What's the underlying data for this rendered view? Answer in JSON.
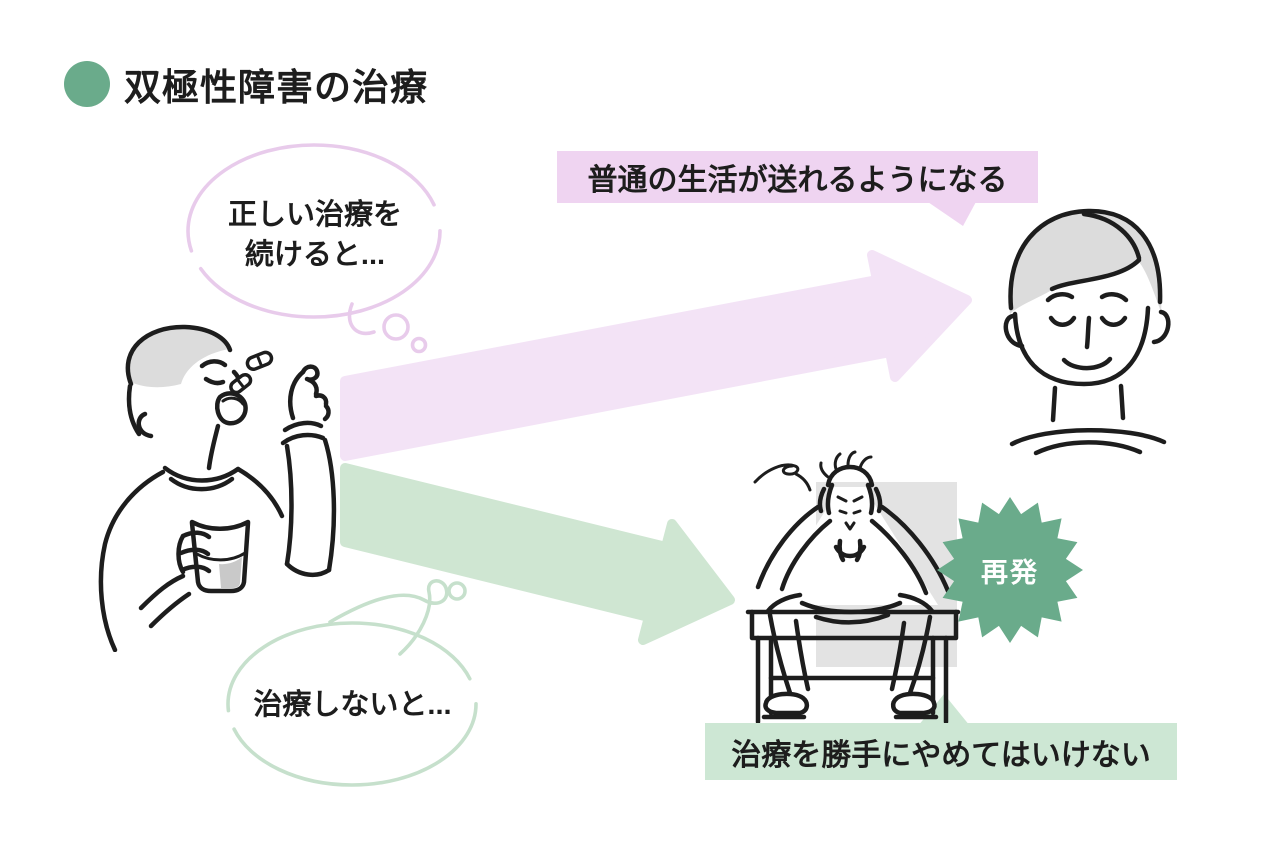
{
  "page": {
    "title": "双極性障害の治療",
    "title_bullet_icon": "green-circle-icon"
  },
  "good_path": {
    "thought_line1": "正しい治療を",
    "thought_line2": "続けると...",
    "banner": "普通の生活が送れるようになる",
    "arrow_icon": "up-right-arrow",
    "illustration": "healthy-smiling-face"
  },
  "bad_path": {
    "thought": "治療しないと...",
    "banner": "治療を勝手にやめてはいけない",
    "badge": "再発",
    "arrow_icon": "down-right-arrow",
    "illustration": "distressed-person-on-bench"
  },
  "left_figure": {
    "illustration": "person-taking-medicine-with-water"
  },
  "colors": {
    "ink": "#1d1d1d",
    "accent-green": "#6aab8b",
    "banner-green": "#cde7d4",
    "arrow-green": "#cfe6d2",
    "outline-green": "#c6e0cc",
    "banner-purple": "#efd4f1",
    "arrow-purple": "#f3e3f6",
    "outline-purple": "#e8cbeb",
    "grey-fill": "#dcdcdc",
    "grey-square": "#e3e3e3",
    "water-grey": "#c9c9c9",
    "white": "#ffffff"
  }
}
